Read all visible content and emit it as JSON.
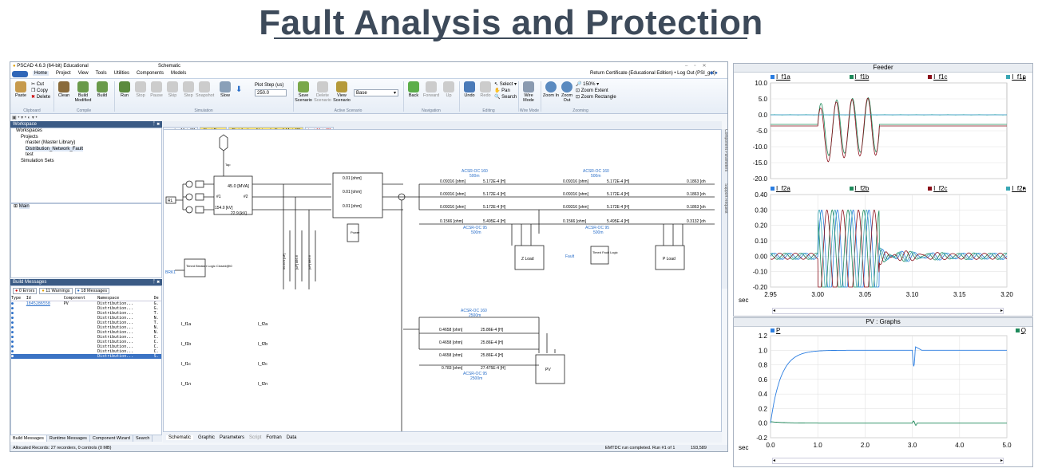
{
  "slide": {
    "title": "Fault Analysis and Protection"
  },
  "window": {
    "title": "PSCAD 4.6.3 (64-bit) Educational",
    "center_title": "Schematic",
    "right_info": "Return Certificate (Educational Edition)  •  Log Out (PSI_gst)"
  },
  "ribbon_tabs": [
    "Home",
    "Project",
    "View",
    "Tools",
    "Utilities",
    "Components",
    "Models"
  ],
  "ribbon": {
    "clipboard": {
      "paste": "Paste",
      "cut": "Cut",
      "copy": "Copy",
      "delete": "Delete",
      "group": "Clipboard"
    },
    "compile": {
      "clean": "Clean",
      "build_modified": "Build Modified",
      "build": "Build",
      "group": "Compile"
    },
    "simulation": {
      "run": "Run",
      "stop": "Stop",
      "pause": "Pause",
      "skip": "Skip",
      "step": "Step",
      "snapshot": "Snapshot",
      "slow": "Slow",
      "plot_step_label": "Plot Step (us)",
      "plot_step_value": "250.0",
      "group": "Simulation"
    },
    "scenario": {
      "save": "Save Scenario",
      "delete": "Delete Scenario",
      "view": "View Scenario",
      "value": "Base",
      "group": "Active Scenario"
    },
    "navigation": {
      "back": "Back",
      "forward": "Forward",
      "up": "Up",
      "group": "Navigation"
    },
    "editing": {
      "undo": "Undo",
      "redo": "Redo",
      "select": "Select",
      "pan": "Pan",
      "search": "Search",
      "group": "Editing"
    },
    "wire": {
      "wire_mode": "Wire Mode",
      "group": "Wire Mode"
    },
    "zooming": {
      "zoom_in": "Zoom In",
      "zoom_out": "Zoom Out",
      "zoom_pct": "150%",
      "extent": "Zoom Extent",
      "rect": "Zoom Rectangle",
      "group": "Zooming"
    }
  },
  "workspace": {
    "header": "Workspace",
    "items": [
      "Workspaces",
      "Projects",
      "master (Master Library)",
      "Distribution_Network_Fault",
      "test",
      "Simulation Sets"
    ],
    "main": "Main"
  },
  "build_messages": {
    "header": "Build Messages",
    "errors": "0 Errors",
    "warnings": "11 Warnings",
    "messages": "18 Messages",
    "cols": [
      "Type",
      "Id",
      "Component",
      "Namespace",
      "De"
    ],
    "rows": [
      {
        "id": "1845286558",
        "comp": "PV",
        "ns": "Distribution...",
        "de": "G."
      },
      {
        "id": "",
        "comp": "",
        "ns": "Distribution...",
        "de": "G."
      },
      {
        "id": "",
        "comp": "",
        "ns": "Distribution...",
        "de": "T."
      },
      {
        "id": "",
        "comp": "",
        "ns": "Distribution...",
        "de": "N."
      },
      {
        "id": "",
        "comp": "",
        "ns": "Distribution...",
        "de": "T."
      },
      {
        "id": "",
        "comp": "",
        "ns": "Distribution...",
        "de": "N."
      },
      {
        "id": "",
        "comp": "",
        "ns": "Distribution...",
        "de": "N."
      },
      {
        "id": "",
        "comp": "",
        "ns": "Distribution...",
        "de": "C."
      },
      {
        "id": "",
        "comp": "",
        "ns": "Distribution...",
        "de": "C."
      },
      {
        "id": "",
        "comp": "",
        "ns": "Distribution...",
        "de": "C."
      },
      {
        "id": "",
        "comp": "",
        "ns": "Distribution...",
        "de": "C."
      },
      {
        "id": "",
        "comp": "",
        "ns": "Distribution...",
        "de": "S."
      }
    ],
    "tabs": [
      "Build Messages",
      "Runtime Messages",
      "Component Wizard",
      "Search"
    ]
  },
  "doc_tabs": [
    "master:Main[0]",
    "Start Page",
    "Distribution_Network_Fault:Main[0]",
    "test:Main[0]"
  ],
  "bottom_tabs": [
    "Schematic",
    "Graphic",
    "Parameters",
    "Script",
    "Fortran",
    "Data"
  ],
  "side_tabs": [
    "Component Parameters",
    "Support Request"
  ],
  "status": {
    "left": "Allocated Records: 27 recorders, 0 controls (0 MB)",
    "center": "EMTDC run completed.  Run #1 of 1",
    "right": "193,589"
  },
  "schematic": {
    "transformer": {
      "rating": "45.0 [MVA]",
      "w1": "#1",
      "w2": "#2",
      "v1": "154.0 [kV]",
      "v2": "22.9 [kV]",
      "tap": "Tap"
    },
    "line_top": {
      "name": "ACSR-OC 160",
      "len": "500m",
      "r": "0.09316 [ohm]",
      "l": "5.172E-4 [H]",
      "r2": "0.1863 [oh"
    },
    "line_n": {
      "name": "ACSR-OC 95",
      "len": "500m",
      "r": "0.1566 [ohm]",
      "l": "5.495E-4 [H]",
      "r2": "0.3132 [oh"
    },
    "line_pv": {
      "name": "ACSR-OC 160",
      "len": "2500m",
      "r": "0.4658 [ohm]",
      "l": "25.86E-4 [H]",
      "nr": "0.783 [ohm]",
      "nl": "27.475E-4 [H]",
      "nname": "ACSR-OC 95",
      "nlen": "2500m"
    },
    "fault_r": "0.01 [ohm]",
    "loads": {
      "z": "Z Load",
      "p": "P Load",
      "pv": "PV"
    },
    "logic": {
      "breaker": "Timed Breaker Logic Closed@t0",
      "fault": "Timed Fault Logic",
      "fault_lbl": "Fault",
      "brk": "BRK1"
    },
    "meters": [
      "I_f1a",
      "I_f1b",
      "I_f1c",
      "I_f1n",
      "I_f2a",
      "I_f2b",
      "I_f2c",
      "I_f2n"
    ],
    "caps": [
      "66.976 [uF]",
      "[uF] 886.6",
      "[uF] 886.6"
    ],
    "power": "Power"
  },
  "graphs": {
    "feeder": {
      "title": "Feeder",
      "legend1": [
        "I_f1a",
        "I_f1b",
        "I_f1c",
        "I_f1n"
      ],
      "legend2": [
        "I_f2a",
        "I_f2b",
        "I_f2c",
        "I_f2n"
      ],
      "y1": [
        "10.0",
        "5.0",
        "0.0",
        "-5.0",
        "-10.0",
        "-15.0",
        "-20.0"
      ],
      "y2": [
        "0.40",
        "0.30",
        "0.20",
        "0.10",
        "0.00",
        "-0.10",
        "-0.20"
      ],
      "x": [
        "2.95",
        "3.00",
        "3.05",
        "3.10",
        "3.15",
        "3.20"
      ],
      "sec": "sec"
    },
    "pv": {
      "title": "PV : Graphs",
      "legend": [
        "P",
        "Q"
      ],
      "y": [
        "1.2",
        "1.0",
        "0.8",
        "0.6",
        "0.4",
        "0.2",
        "0.0",
        "-0.2"
      ],
      "x": [
        "0.0",
        "1.0",
        "2.0",
        "3.0",
        "4.0",
        "5.0"
      ],
      "sec": "sec"
    }
  },
  "colors": {
    "ribbon_blue": "#3b5b85",
    "series_blue": "#2a7de1",
    "series_green": "#1f8a5b",
    "series_red": "#8b0f1a",
    "series_cyan": "#3aa7b5"
  }
}
